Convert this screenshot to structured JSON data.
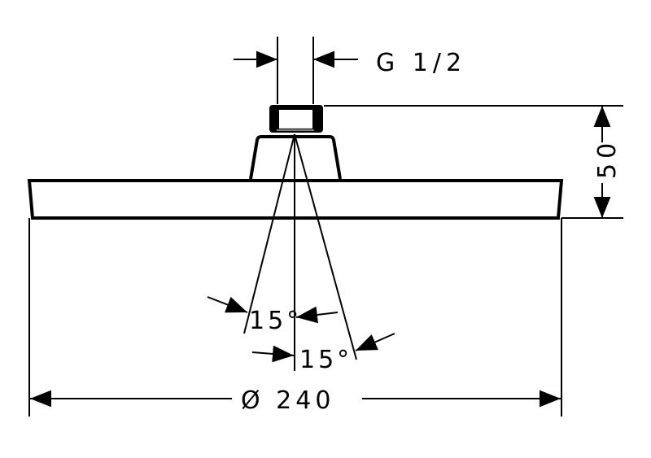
{
  "drawing": {
    "thread_label": "G 1/2",
    "height_label": "50",
    "diameter_label": "Ø 240",
    "angle_left_label": "15°",
    "angle_right_label": "15°"
  },
  "colors": {
    "line": "#000000",
    "background": "#ffffff"
  }
}
